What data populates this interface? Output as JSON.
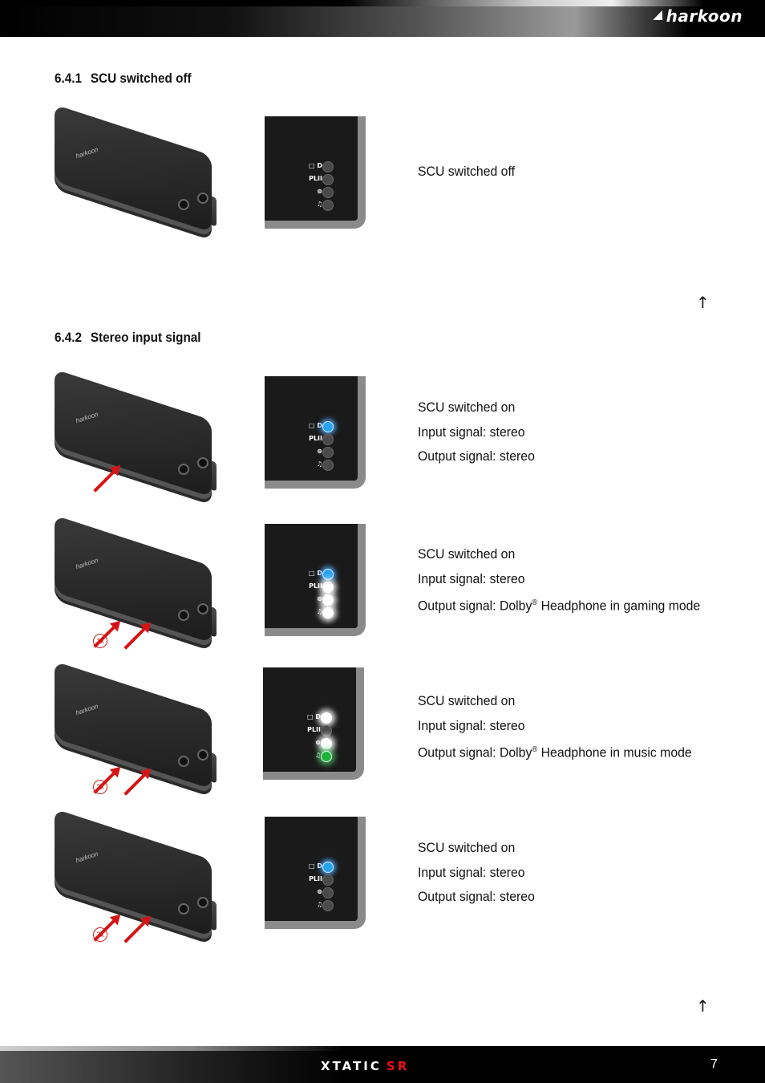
{
  "header": {
    "brand": "harkoon"
  },
  "footer": {
    "product_main": "XTATIC",
    "product_accent": "SR",
    "page_number": "7"
  },
  "sections": [
    {
      "number": "6.4.1",
      "title": "SCU switched off"
    },
    {
      "number": "6.4.2",
      "title": "Stereo input signal"
    }
  ],
  "panel_labels": {
    "power": "□ D",
    "pl2": "PLII",
    "game": "⊜",
    "music": "♫"
  },
  "rows": [
    {
      "leds": [
        "off",
        "off",
        "off",
        "off"
      ],
      "lines": [
        "SCU switched off"
      ],
      "count": ""
    },
    {
      "leds": [
        "blue",
        "off",
        "off",
        "off"
      ],
      "lines": [
        "SCU switched on",
        "Input signal: stereo",
        "Output signal: stereo"
      ],
      "count": ""
    },
    {
      "leds": [
        "blue",
        "white",
        "white",
        "white"
      ],
      "lines": [
        "SCU switched on",
        "Input signal: stereo",
        "Output signal: Dolby® Headphone in gaming mode"
      ],
      "count": "1x"
    },
    {
      "leds": [
        "white",
        "off",
        "white",
        "green"
      ],
      "lines": [
        "SCU switched on",
        "Input signal: stereo",
        "Output signal: Dolby® Headphone in music mode"
      ],
      "count": "2x"
    },
    {
      "leds": [
        "blue",
        "off",
        "off",
        "off"
      ],
      "lines": [
        "SCU switched on",
        "Input signal: stereo",
        "Output signal: stereo"
      ],
      "count": "3x"
    }
  ],
  "icons": {
    "back_to_top": "arrow-up-icon"
  }
}
